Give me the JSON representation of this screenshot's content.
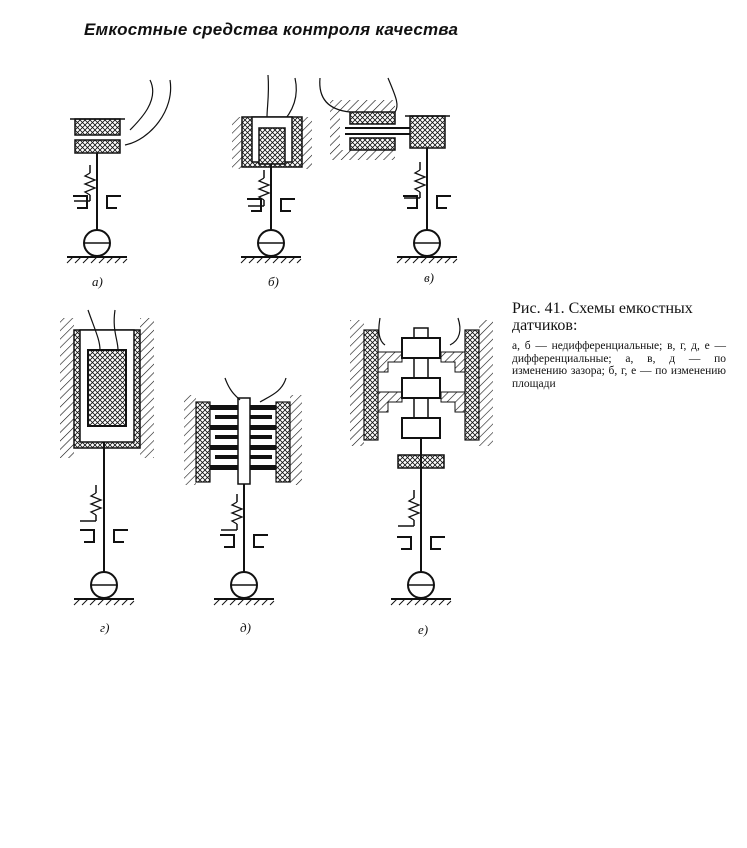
{
  "title": "Емкостные средства контроля качества",
  "caption": {
    "head": "Рис. 41. Схемы емкостных датчиков:",
    "body": "а, б — недифференциальные; в, г, д, е — дифференциальные; а, в, д — по изменению зазора; б, г, е — по изменению площади"
  },
  "sublabels": {
    "a": "а)",
    "b": "б)",
    "v": "в)",
    "g": "г)",
    "d": "д)",
    "e": "е)"
  }
}
